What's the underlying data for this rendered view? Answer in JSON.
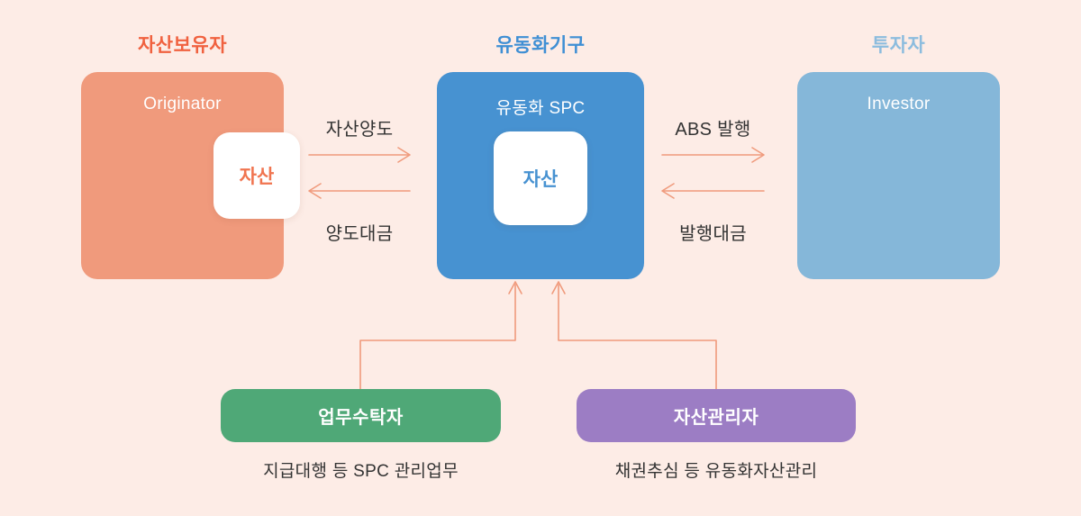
{
  "colors": {
    "background": "#fdece6",
    "originator_box": "#f09a7c",
    "spc_box": "#4792d1",
    "investor_box": "#85b7d9",
    "trustee_box": "#4fa877",
    "asset_manager_box": "#9c7dc4",
    "arrow": "#f09a7c",
    "header_asset_holder": "#f0613f",
    "header_securitization_vehicle": "#3f8fd4",
    "header_investor": "#8cbcde",
    "label_text": "#333333"
  },
  "headers": {
    "asset_holder": "자산보유자",
    "securitization_vehicle": "유동화기구",
    "investor": "투자자"
  },
  "boxes": {
    "originator": {
      "label": "Originator",
      "asset": "자산"
    },
    "spc": {
      "label": "유동화 SPC",
      "asset": "자산"
    },
    "investor": {
      "label": "Investor"
    },
    "trustee": {
      "label": "업무수탁자",
      "caption": "지급대행 등 SPC 관리업무"
    },
    "asset_manager": {
      "label": "자산관리자",
      "caption": "채권추심 등 유동화자산관리"
    }
  },
  "arrow_labels": {
    "asset_transfer": "자산양도",
    "transfer_payment": "양도대금",
    "abs_issue": "ABS 발행",
    "issue_proceeds": "발행대금"
  }
}
